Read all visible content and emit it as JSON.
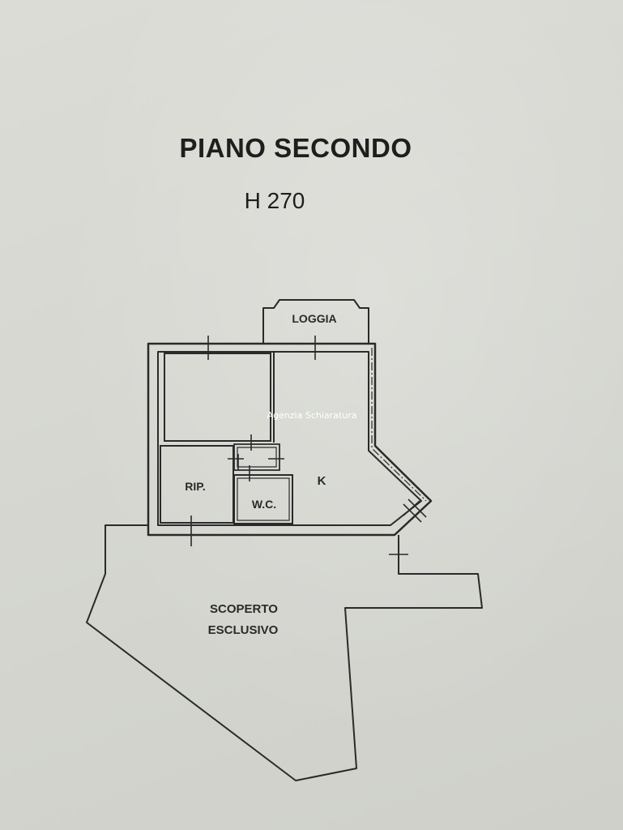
{
  "header": {
    "title": "PIANO SECONDO",
    "height_label": "H 270"
  },
  "rooms": {
    "loggia": "LOGGIA",
    "ripostiglio": "RIP.",
    "wc": "W.C.",
    "kitchen": "K",
    "outdoor_line1": "SCOPERTO",
    "outdoor_line2": "ESCLUSIVO"
  },
  "watermark": "Agenzia Schiaratura",
  "colors": {
    "paper": "#d6d7d1",
    "ink": "#2a2a2a",
    "watermark": "#ffffff"
  }
}
